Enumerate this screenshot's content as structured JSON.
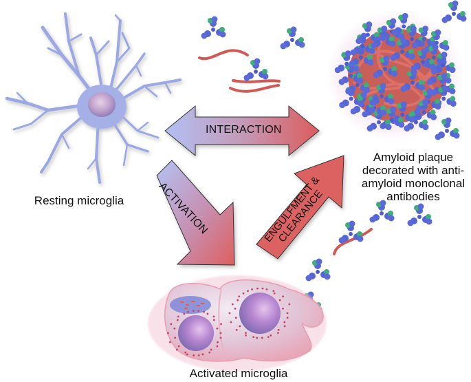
{
  "figure": {
    "title": "Microglia interaction with amyloid plaque decorated by anti-amyloid monoclonal antibodies",
    "colors": {
      "microglia_blue": "#9aa6e0",
      "arrow_blue": "#b4c2f2",
      "arrow_red": "#dc5f5f",
      "amyloid_red": "#d0605a",
      "antibody_blue": "#5566d6",
      "antibody_green": "#3fae7a",
      "activated_cell": "#e6c9da",
      "nucleus_purple": "#b28ad6"
    }
  },
  "nodes": {
    "resting": {
      "label": "Resting microglia",
      "icon": "resting-microglia-icon"
    },
    "plaque": {
      "label_lines": [
        "Amyloid plaque",
        "decorated with anti-",
        "amyloid monoclonal",
        "antibodies"
      ],
      "icon": "amyloid-plaque-icon"
    },
    "activated": {
      "label": "Activated microglia",
      "icon": "activated-microglia-icon"
    }
  },
  "arrows": {
    "interaction": {
      "label": "INTERACTION",
      "direction": "bidirectional"
    },
    "activation": {
      "label": "ACTIVATION",
      "direction": "resting-to-activated"
    },
    "engulfment": {
      "label_lines": [
        "ENGULFMENT &",
        "CLEARANCE"
      ],
      "direction": "activated-to-plaque"
    }
  },
  "free_elements": {
    "antibody_icon": "antibody-icon",
    "amyloid_fibril_icon": "amyloid-fibril-icon"
  }
}
